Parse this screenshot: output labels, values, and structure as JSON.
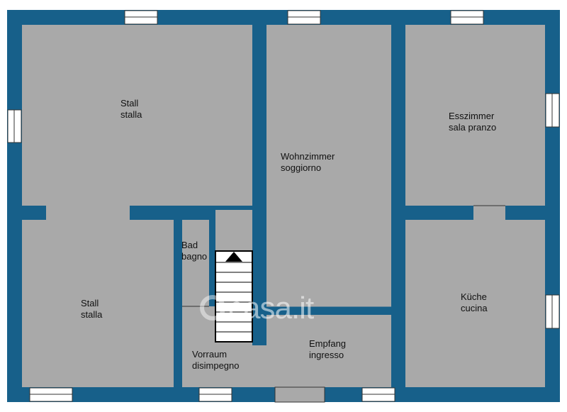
{
  "colors": {
    "wall": "#17608a",
    "room_fill": "#a9a9a9",
    "window_fill": "#ffffff",
    "stair_line": "#000000"
  },
  "rooms": {
    "stall_top": {
      "de": "Stall",
      "it": "stalla"
    },
    "wohnzimmer": {
      "de": "Wohnzimmer",
      "it": "soggiorno"
    },
    "esszimmer": {
      "de": "Esszimmer",
      "it": "sala pranzo"
    },
    "stall_bottom": {
      "de": "Stall",
      "it": "stalla"
    },
    "bad": {
      "de": "Bad",
      "it": "bagno"
    },
    "vorraum": {
      "de": "Vorraum",
      "it": "disimpegno"
    },
    "empfang": {
      "de": "Empfang",
      "it": "ingresso"
    },
    "kueche": {
      "de": "Küche",
      "it": "cucina"
    }
  },
  "watermark": "casa.it",
  "icons": {
    "stair_arrow": "up-arrow-icon",
    "watermark_logo": "casa-logo-icon"
  }
}
